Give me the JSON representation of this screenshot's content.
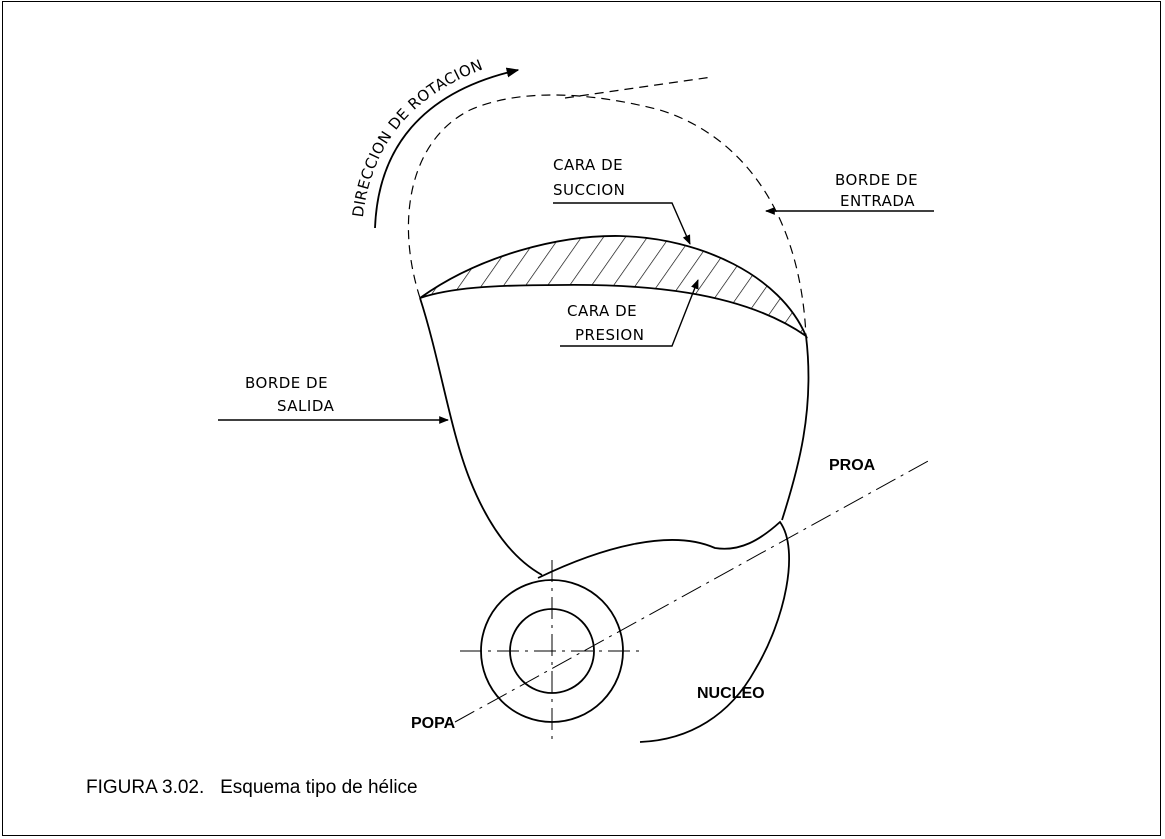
{
  "labels": {
    "rotation": "DIRECCION DE ROTACION",
    "suction_line1": "CARA DE",
    "suction_line2": "SUCCION",
    "leading_line1": "BORDE DE",
    "leading_line2": "ENTRADA",
    "pressure_line1": "CARA DE",
    "pressure_line2": "PRESION",
    "trailing_line1": "BORDE DE",
    "trailing_line2": "SALIDA",
    "bow": "PROA",
    "stern": "POPA",
    "hub": "NUCLEO"
  },
  "caption": "FIGURA 3.02.   Esquema tipo de hélice"
}
